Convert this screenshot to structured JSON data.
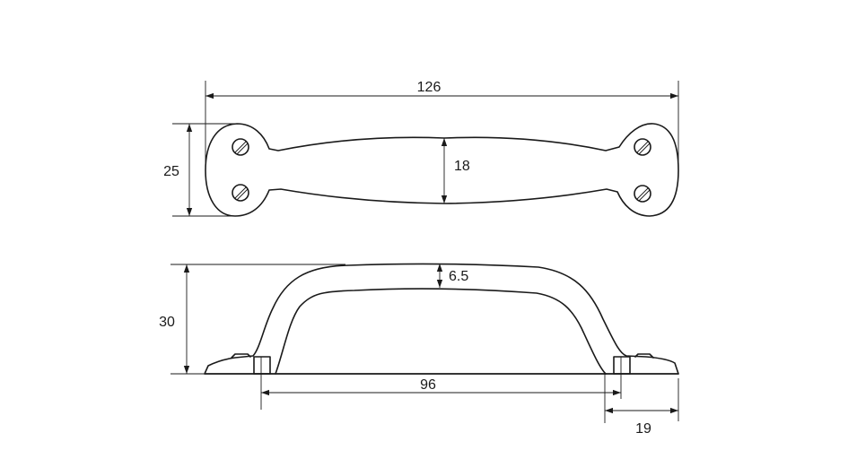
{
  "dimensions": {
    "overall_length": "126",
    "plate_width": "25",
    "grip_width": "18",
    "handle_height": "30",
    "grip_thickness": "6.5",
    "hole_centers": "96",
    "foot_length": "19"
  }
}
